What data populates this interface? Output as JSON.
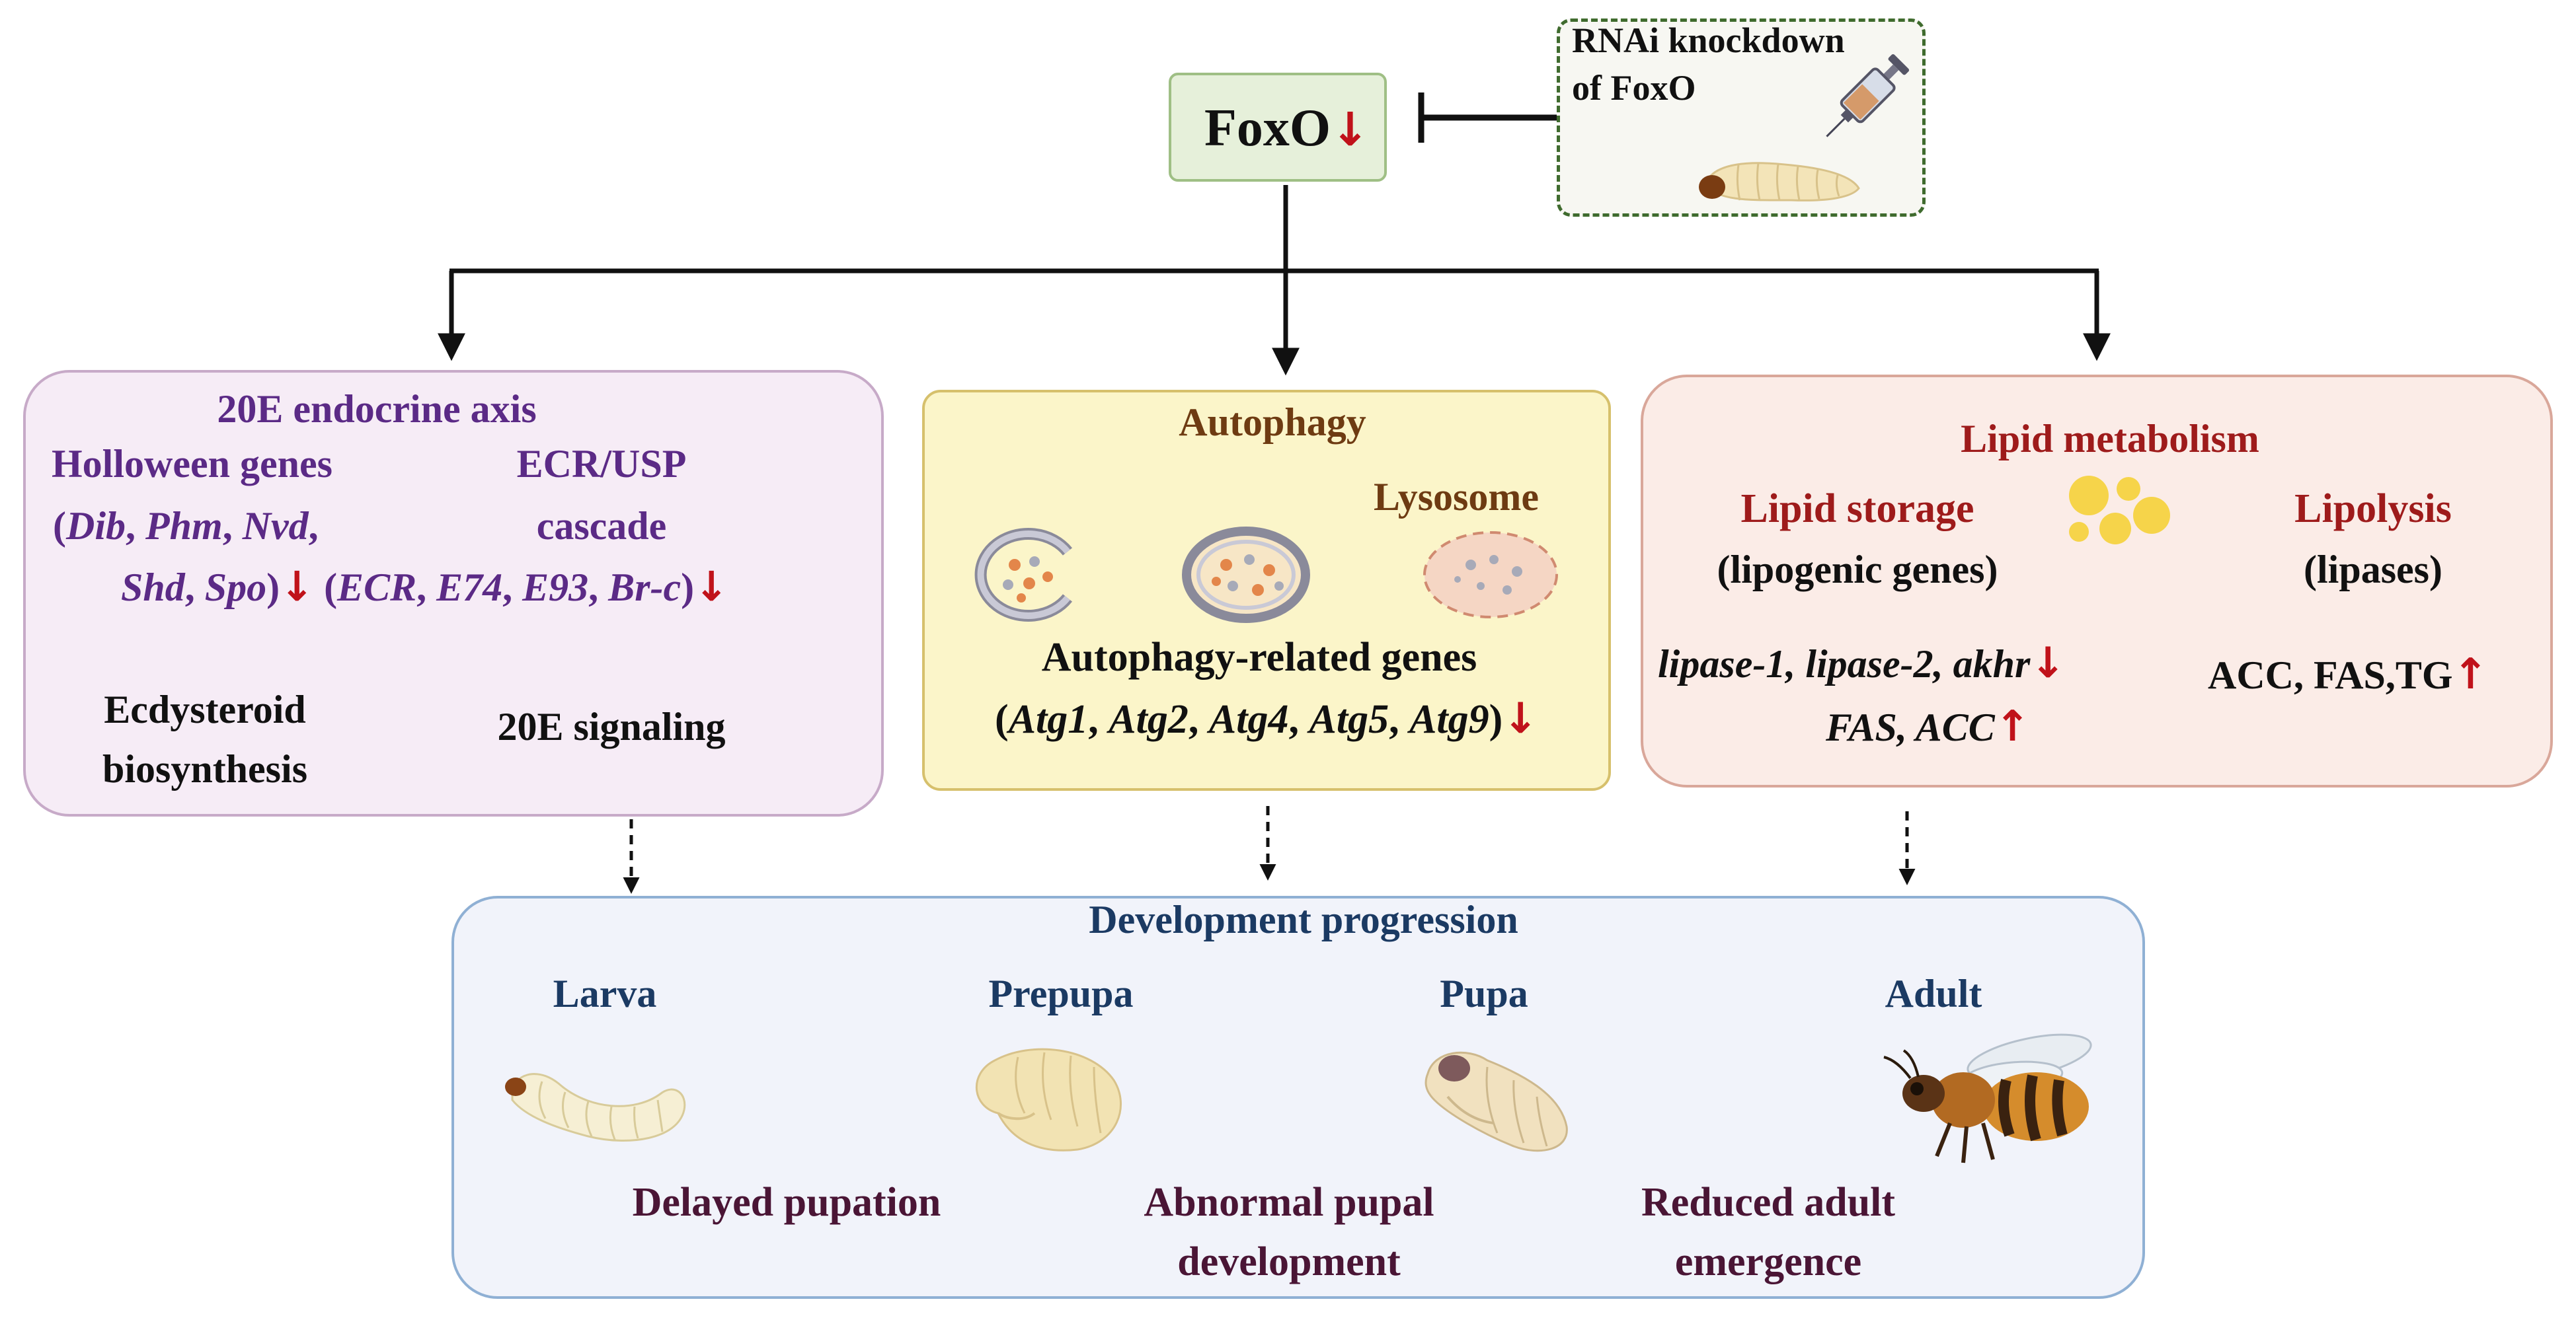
{
  "foxo": {
    "label": "FoxO",
    "trend": "↓"
  },
  "rnai": {
    "line1": "RNAi knockdown",
    "line2": "of FoxO"
  },
  "endocrine": {
    "title": "20E endocrine axis",
    "halloween_title": "Holloween genes",
    "halloween_l1_open": "(",
    "g_dib": "Dib",
    "g_phm": "Phm",
    "g_nvd": "Nvd",
    "g_shd": "Shd",
    "g_spo": "Spo",
    "comma": ",",
    "close": ")",
    "trend1": "↓",
    "ecr_title1": "ECR/USP",
    "ecr_title2": "cascade",
    "g_ecr": "ECR",
    "g_e74": "E74",
    "g_e93": "E93",
    "g_brc": "Br-c",
    "trend2": "↓",
    "out1_l1": "Ecdysteroid",
    "out1_l2": "biosynthesis",
    "out2": "20E signaling"
  },
  "autophagy": {
    "title": "Autophagy",
    "lysosome": "Lysosome",
    "genes_title": "Autophagy-related genes",
    "g1": "Atg1",
    "g2": "Atg2",
    "g4": "Atg4",
    "g5": "Atg5",
    "g9": "Atg9",
    "trend": "↓"
  },
  "lipid": {
    "title": "Lipid metabolism",
    "storage_title": "Lipid storage",
    "storage_sub": "(lipogenic genes)",
    "lipolysis_title": "Lipolysis",
    "lipolysis_sub": "(lipases)",
    "storage_down": "lipase-1, lipase-2, akhr",
    "storage_down_trend": "↓",
    "storage_up": "FAS, ACC",
    "storage_up_trend": "↑",
    "lipolysis_genes": "ACC, FAS,TG",
    "lipolysis_trend": "↑"
  },
  "development": {
    "title": "Development progression",
    "stages": [
      "Larva",
      "Prepupa",
      "Pupa",
      "Adult"
    ],
    "effect1": "Delayed pupation",
    "effect2_l1": "Abnormal pupal",
    "effect2_l2": "development",
    "effect3_l1": "Reduced adult",
    "effect3_l2": "emergence"
  },
  "colors": {
    "foxo_box": "#e6f0da",
    "endocrine_box": "#f6ecf6",
    "autophagy_box": "#fbf5c9",
    "lipid_box": "#fbece7",
    "dev_box": "#f1f3fa",
    "down_arrow": "#c0121a"
  }
}
